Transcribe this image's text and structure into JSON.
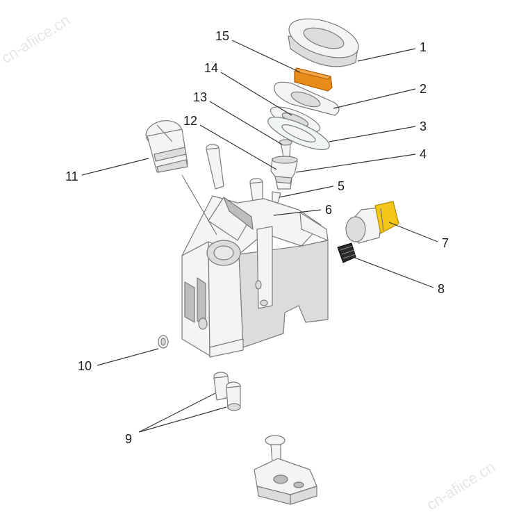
{
  "watermarks": [
    "cn-afiice.cn",
    "cn-afiice.cn"
  ],
  "callouts": [
    {
      "id": "1",
      "label": "1"
    },
    {
      "id": "2",
      "label": "2"
    },
    {
      "id": "3",
      "label": "3"
    },
    {
      "id": "4",
      "label": "4"
    },
    {
      "id": "5",
      "label": "5"
    },
    {
      "id": "6",
      "label": "6"
    },
    {
      "id": "7",
      "label": "7"
    },
    {
      "id": "8",
      "label": "8"
    },
    {
      "id": "9",
      "label": "9"
    },
    {
      "id": "10",
      "label": "10"
    },
    {
      "id": "11",
      "label": "11"
    },
    {
      "id": "12",
      "label": "12"
    },
    {
      "id": "13",
      "label": "13"
    },
    {
      "id": "14",
      "label": "14"
    },
    {
      "id": "15",
      "label": "15"
    }
  ],
  "colors": {
    "accent_orange": "#e98c1a",
    "accent_yellow": "#f5c518",
    "part_gray": "#f4f4f4",
    "line": "#333333"
  }
}
